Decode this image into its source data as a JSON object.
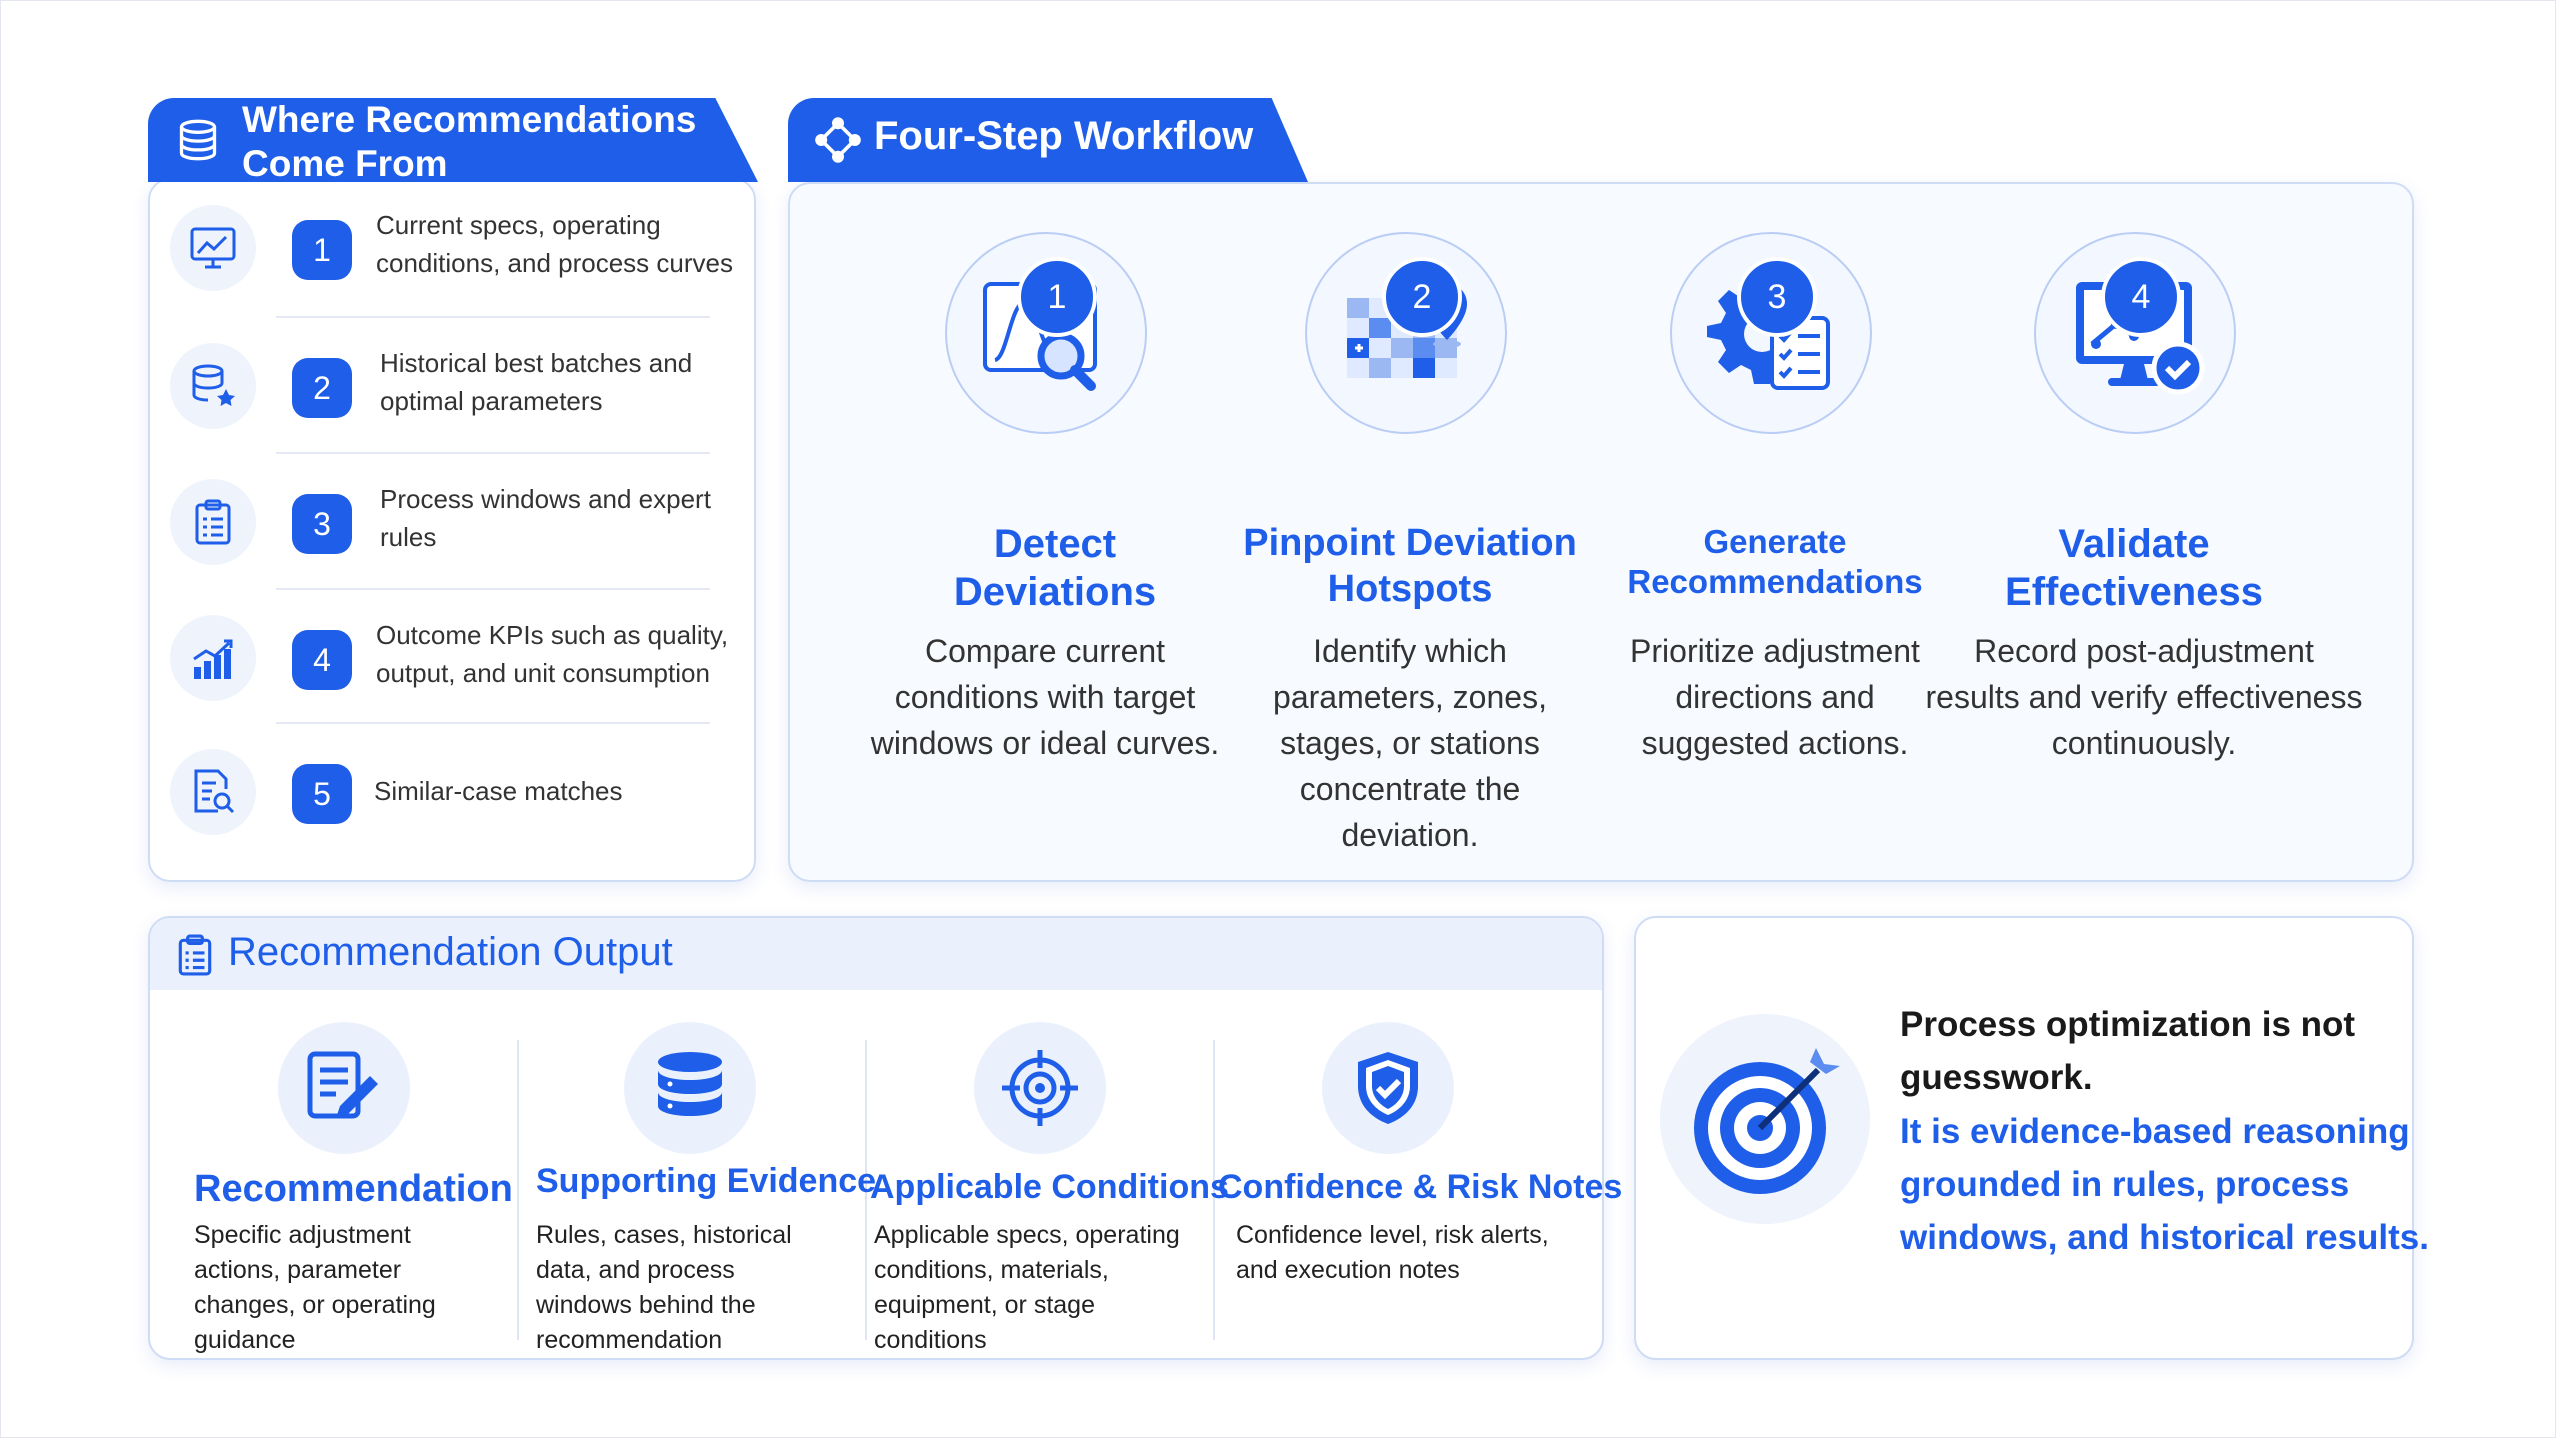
{
  "sources": {
    "title": "Where Recommendations Come From",
    "items": [
      {
        "num": "1",
        "text": "Current specs, operating conditions, and process curves",
        "icon": "trend-chart-icon"
      },
      {
        "num": "2",
        "text": "Historical best batches and optimal parameters",
        "icon": "database-star-icon"
      },
      {
        "num": "3",
        "text": "Process windows and expert rules",
        "icon": "clipboard-list-icon"
      },
      {
        "num": "4",
        "text": "Outcome KPIs such as quality, output, and unit consumption",
        "icon": "bar-chart-icon"
      },
      {
        "num": "5",
        "text": "Similar-case matches",
        "icon": "document-search-icon"
      }
    ]
  },
  "workflow": {
    "title": "Four-Step Workflow",
    "steps": [
      {
        "num": "1",
        "title": "Detect Deviations",
        "desc": "Compare current conditions with target windows or ideal curves.",
        "icon": "curve-magnifier-icon"
      },
      {
        "num": "2",
        "title": "Pinpoint Deviation Hotspots",
        "desc": "Identify which parameters, zones, stages, or stations concentrate the deviation.",
        "icon": "heatmap-pin-icon"
      },
      {
        "num": "3",
        "title": "Generate Recommendations",
        "desc": "Prioritize adjustment directions and suggested actions.",
        "icon": "gear-checklist-icon"
      },
      {
        "num": "4",
        "title": "Validate Effectiveness",
        "desc": "Record post-adjustment results and verify effectiveness continuously.",
        "icon": "monitor-check-icon"
      }
    ]
  },
  "output": {
    "title": "Recommendation Output",
    "columns": [
      {
        "title": "Recommendation",
        "desc": "Specific adjustment actions, parameter changes, or operating guidance",
        "icon": "document-pen-icon"
      },
      {
        "title": "Supporting Evidence",
        "desc": "Rules, cases, historical data, and process windows behind the recommendation",
        "icon": "database-icon"
      },
      {
        "title": "Applicable Conditions",
        "desc": "Applicable specs, operating conditions, materials, equipment, or stage conditions",
        "icon": "crosshair-target-icon"
      },
      {
        "title": "Confidence & Risk Notes",
        "desc": "Confidence level, risk alerts, and execution notes",
        "icon": "shield-check-icon"
      }
    ]
  },
  "conclusion": {
    "line1": "Process optimization is not guesswork.",
    "line2": "It is evidence-based reasoning grounded in rules, process windows, and historical results.",
    "icon": "target-arrow-icon"
  },
  "colors": {
    "accent": "#1f5ee8",
    "panel_border": "#cfdcf5"
  }
}
